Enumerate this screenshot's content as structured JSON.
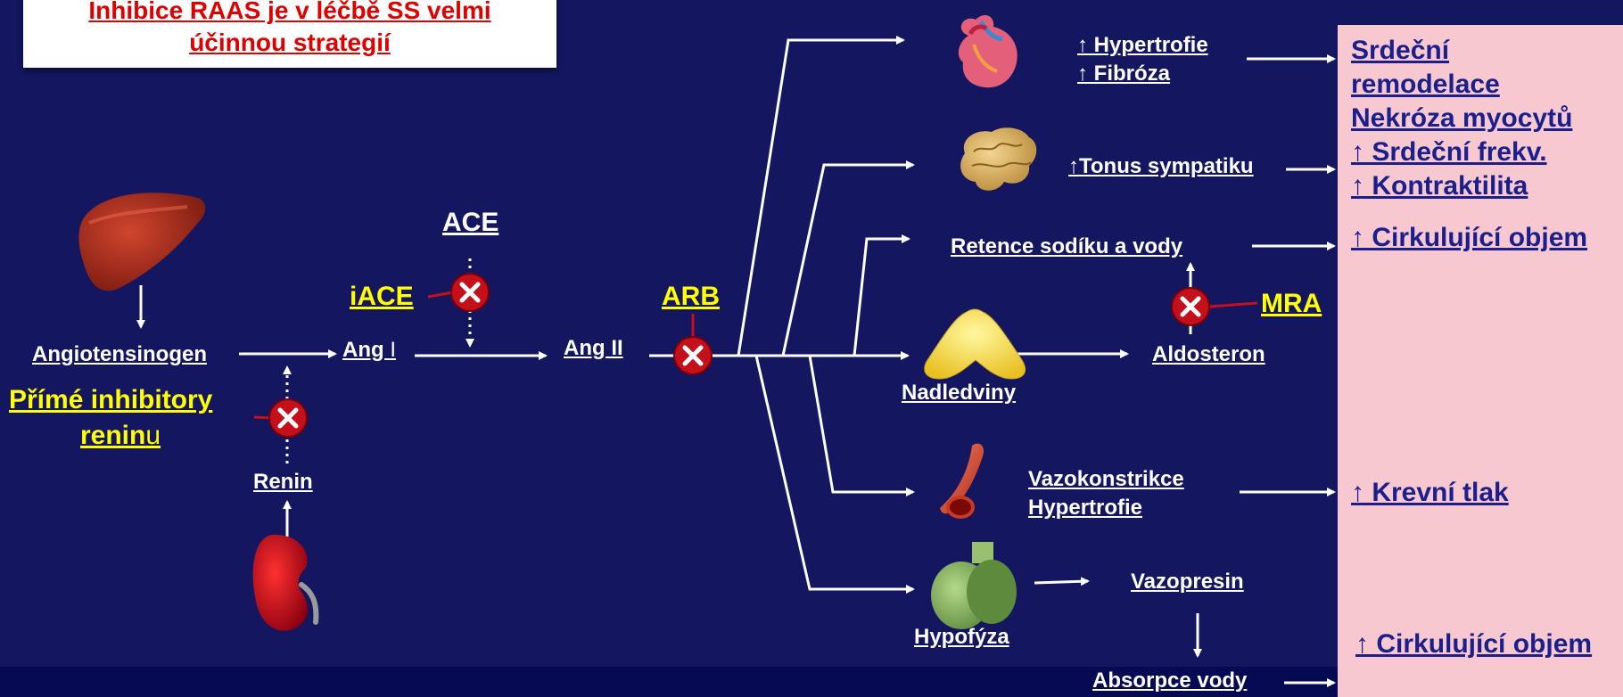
{
  "title": {
    "line1": "Inhibice RAAS je v léčbě SS velmi",
    "line2": "účinnou strategií"
  },
  "pathway": {
    "angiotensinogen": "Angiotensinogen",
    "ang1_prefix": "Ang ",
    "ang1_suffix": "I",
    "ang2": "Ang II",
    "ace": "ACE",
    "renin": "Renin"
  },
  "inhibitors": {
    "iace": "iACE",
    "arb": "ARB",
    "mra": "MRA",
    "dri_line1": "Přímé inhibitory",
    "dri_line2_bold": "renin",
    "dri_line2_tail": "u"
  },
  "organs": {
    "adrenal": "Nadledviny",
    "pituitary": "Hypofýza"
  },
  "effects": {
    "hypertrophy": "↑ Hypertrofie",
    "fibrosis": "↑ Fibróza",
    "sympathetic": "↑Tonus sympatiku",
    "sodium_retention": "Retence sodíku a vody",
    "aldosterone": "Aldosteron",
    "vasoconstriction": "Vazokonstrikce",
    "vessel_hypertrophy": "Hypertrofie",
    "vasopressin": "Vazopresin",
    "water_absorption": "Absorpce vody"
  },
  "outcomes": {
    "cardiac_remodeling_1": "Srdeční",
    "cardiac_remodeling_2": "remodelace",
    "myocyte_necrosis": "Nekróza myocytů",
    "heart_rate": "↑ Srdeční frekv.",
    "contractility": "↑ Kontraktilita",
    "circulating_volume_1": "↑ Cirkulující objem",
    "blood_pressure": "↑ Krevní tlak",
    "circulating_volume_2": "↑ Cirkulující objem"
  },
  "colors": {
    "background": "#141660",
    "panel": "#f7c8d0",
    "title_text": "#e00000",
    "inhibitor_text": "#ffff00",
    "outcome_text": "#1a1f8c",
    "block_marker": "#c4101a"
  },
  "icons": [
    "liver-icon",
    "kidney-icon",
    "heart-icon",
    "brain-icon",
    "adrenal-gland-icon",
    "blood-vessel-icon",
    "pituitary-gland-icon",
    "block-x-icon"
  ]
}
